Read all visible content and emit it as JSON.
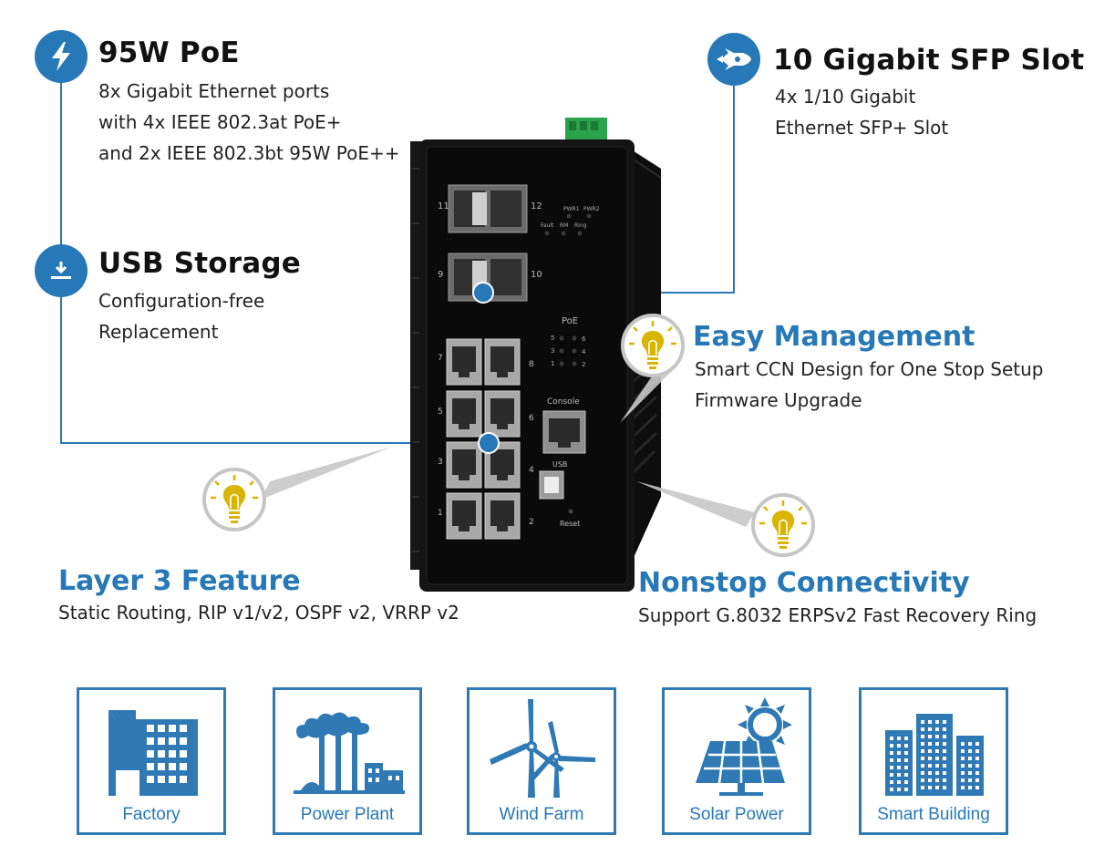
{
  "features": {
    "poe": {
      "title": "95W PoE",
      "lines": [
        "8x Gigabit Ethernet ports",
        "with 4x IEEE 802.3at PoE+",
        "and 2x IEEE 802.3bt 95W PoE++"
      ],
      "icon": "lightning-icon"
    },
    "sfp": {
      "title": "10 Gigabit SFP Slot",
      "lines": [
        "4x 1/10 Gigabit",
        "Ethernet SFP+ Slot"
      ],
      "icon": "rocket-icon"
    },
    "usb": {
      "title": "USB Storage",
      "lines": [
        "Configuration-free",
        "Replacement"
      ],
      "icon": "download-icon"
    },
    "management": {
      "title": "Easy Management",
      "lines": [
        "Smart CCN Design for One Stop Setup",
        "Firmware Upgrade"
      ],
      "icon": "lightbulb-icon"
    },
    "layer3": {
      "title": "Layer 3 Feature",
      "lines": [
        "Static Routing, RIP v1/v2, OSPF v2, VRRP v2"
      ],
      "icon": "lightbulb-icon"
    },
    "nonstop": {
      "title": "Nonstop Connectivity",
      "lines": [
        "Support G.8032 ERPSv2 Fast Recovery Ring"
      ],
      "icon": "lightbulb-icon"
    }
  },
  "device": {
    "sfp_ports": [
      "11",
      "12",
      "9",
      "10"
    ],
    "led_top": [
      "PWR1",
      "PWR2"
    ],
    "led_status": [
      "Fault",
      "RM",
      "Ring"
    ],
    "poe_label": "PoE",
    "poe_leds": [
      "5",
      "6",
      "3",
      "4",
      "1",
      "2"
    ],
    "rj45_ports": [
      "7",
      "8",
      "5",
      "6",
      "3",
      "4",
      "1",
      "2"
    ],
    "console_label": "Console",
    "usb_label": "USB",
    "reset_label": "Reset"
  },
  "applications": [
    {
      "label": "Factory",
      "icon": "factory-icon"
    },
    {
      "label": "Power Plant",
      "icon": "power-plant-icon"
    },
    {
      "label": "Wind Farm",
      "icon": "wind-turbine-icon"
    },
    {
      "label": "Solar Power",
      "icon": "solar-panel-icon"
    },
    {
      "label": "Smart Building",
      "icon": "building-icon"
    }
  ],
  "colors": {
    "accent": "#2778b6",
    "bulb": "#d9b500",
    "device": "#141414"
  }
}
